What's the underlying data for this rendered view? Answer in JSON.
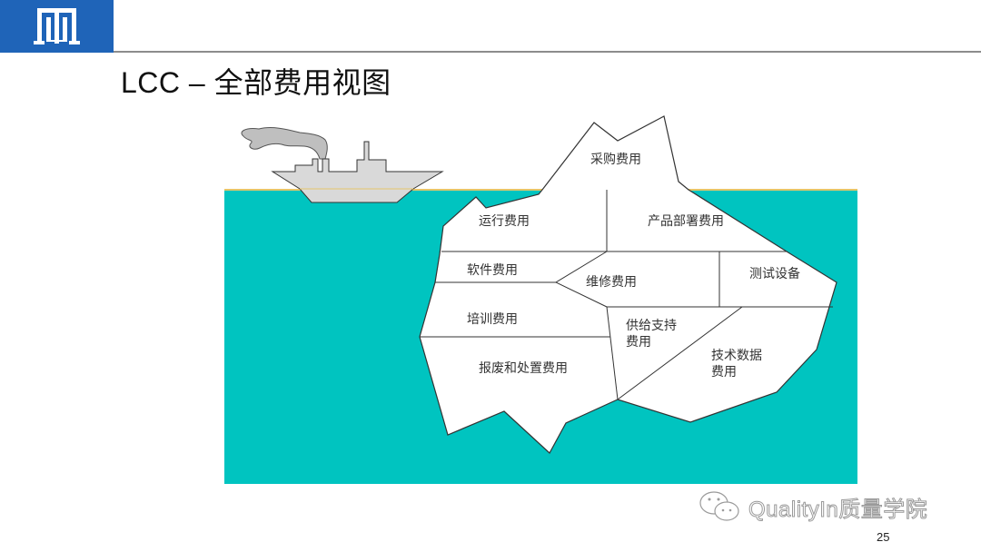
{
  "slide": {
    "title": "LCC – 全部费用视图",
    "page_number": "25",
    "logo_icon": "columns-gate-logo-icon",
    "colors": {
      "logo_blue": "#1f64b8",
      "water": "#00c4c0",
      "waterline": "#e5c56a",
      "ship": "#d9d9d9",
      "smoke": "#bfbfbf",
      "iceberg": "#ffffff",
      "outline": "#333333"
    }
  },
  "diagram": {
    "above_water": [
      {
        "label": "采购费用"
      }
    ],
    "below_water": [
      {
        "label": "运行费用"
      },
      {
        "label": "产品部署费用"
      },
      {
        "label": "软件费用"
      },
      {
        "label": "维修费用"
      },
      {
        "label": "测试设备"
      },
      {
        "label": "培训费用"
      },
      {
        "label": "供给支持",
        "label2": "费用"
      },
      {
        "label": "技术数据",
        "label2": "费用"
      },
      {
        "label": "报废和处置费用"
      }
    ],
    "ship_icon": "ship-icon"
  },
  "watermark": {
    "icon": "wechat-icon",
    "text": "QualityIn质量学院"
  }
}
